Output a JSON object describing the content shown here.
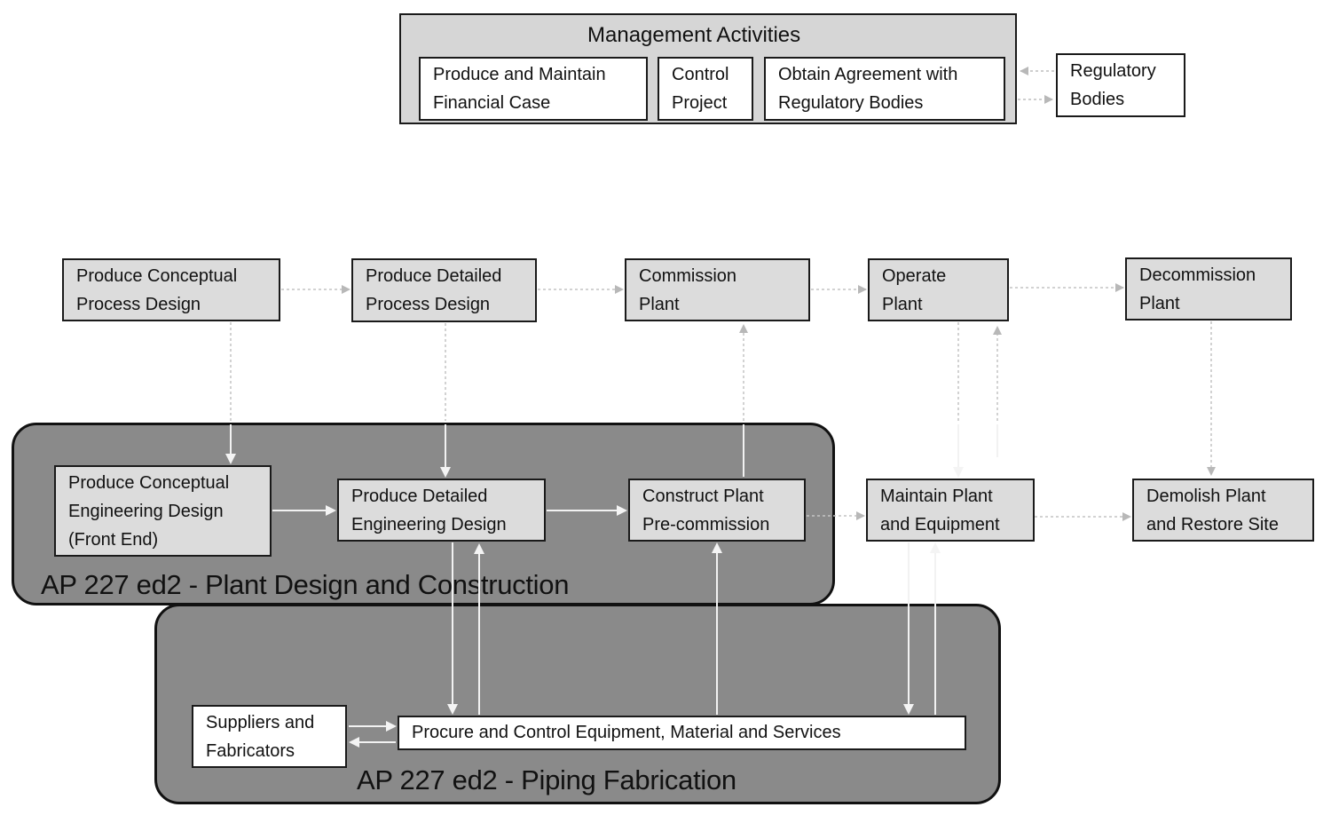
{
  "management": {
    "title": "Management Activities",
    "activities": [
      {
        "line1": "Produce and Maintain",
        "line2": "Financial Case"
      },
      {
        "line1": "Control",
        "line2": "Project"
      },
      {
        "line1": "Obtain Agreement with",
        "line2": "Regulatory Bodies"
      }
    ]
  },
  "regulatory": {
    "line1": "Regulatory",
    "line2": "Bodies"
  },
  "lifecycle": [
    {
      "line1": "Produce Conceptual",
      "line2": "Process Design"
    },
    {
      "line1": "Produce Detailed",
      "line2": "Process Design"
    },
    {
      "line1": "Commission",
      "line2": "Plant"
    },
    {
      "line1": "Operate",
      "line2": "Plant"
    },
    {
      "line1": "Decommission",
      "line2": "Plant"
    }
  ],
  "engineering": [
    {
      "line1": "Produce Conceptual",
      "line2": "Engineering Design",
      "line3": "(Front End)"
    },
    {
      "line1": "Produce Detailed",
      "line2": "Engineering Design"
    },
    {
      "line1": "Construct Plant",
      "line2": "Pre-commission"
    }
  ],
  "maintain": {
    "line1": "Maintain Plant",
    "line2": "and Equipment"
  },
  "demolish": {
    "line1": "Demolish Plant",
    "line2": "and Restore Site"
  },
  "procure": {
    "label": "Procure and Control Equipment, Material and Services"
  },
  "suppliers": {
    "line1": "Suppliers and",
    "line2": "Fabricators"
  },
  "regions": {
    "plant_design": "AP 227 ed2 - Plant Design and Construction",
    "piping": "AP 227 ed2 - Piping Fabrication"
  }
}
